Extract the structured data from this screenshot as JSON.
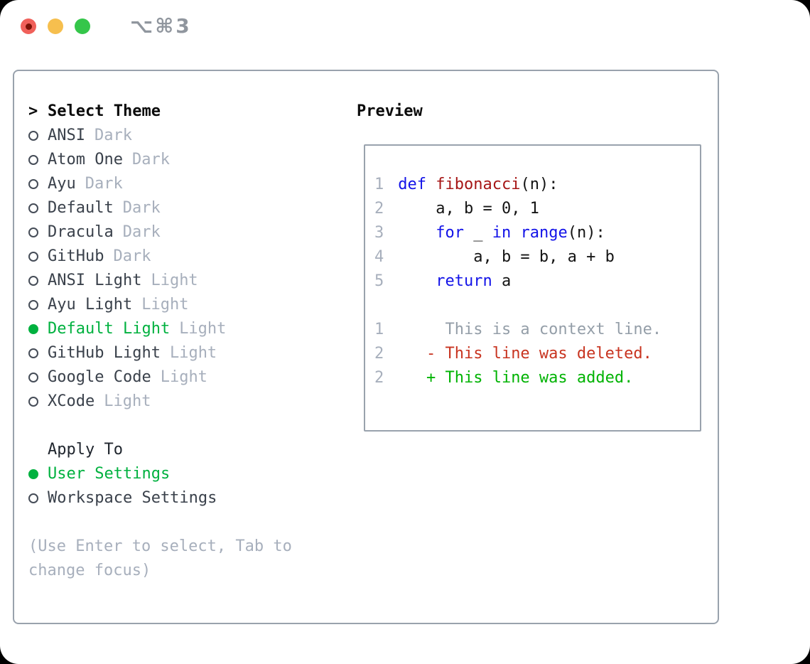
{
  "titlebar": {
    "shortcut": "⌥⌘3"
  },
  "theme_list": {
    "header_marker": ">",
    "header": "Select Theme",
    "items": [
      {
        "name": "ANSI",
        "variant": "Dark",
        "selected": false
      },
      {
        "name": "Atom One",
        "variant": "Dark",
        "selected": false
      },
      {
        "name": "Ayu",
        "variant": "Dark",
        "selected": false
      },
      {
        "name": "Default",
        "variant": "Dark",
        "selected": false
      },
      {
        "name": "Dracula",
        "variant": "Dark",
        "selected": false
      },
      {
        "name": "GitHub",
        "variant": "Dark",
        "selected": false
      },
      {
        "name": "ANSI Light",
        "variant": "Light",
        "selected": false
      },
      {
        "name": "Ayu Light",
        "variant": "Light",
        "selected": false
      },
      {
        "name": "Default Light",
        "variant": "Light",
        "selected": true
      },
      {
        "name": "GitHub Light",
        "variant": "Light",
        "selected": false
      },
      {
        "name": "Google Code",
        "variant": "Light",
        "selected": false
      },
      {
        "name": "XCode",
        "variant": "Light",
        "selected": false
      }
    ]
  },
  "apply_to": {
    "header": "Apply To",
    "options": [
      {
        "label": "User Settings",
        "selected": true
      },
      {
        "label": "Workspace Settings",
        "selected": false
      }
    ]
  },
  "hint": {
    "line1": "(Use Enter to select, Tab to",
    "line2": "change focus)"
  },
  "preview": {
    "header": "Preview",
    "code_lines": [
      {
        "num": "1",
        "tokens": [
          {
            "t": "def",
            "s": "kw"
          },
          {
            "t": " ",
            "s": "p"
          },
          {
            "t": "fibonacci",
            "s": "fn"
          },
          {
            "t": "(n):",
            "s": "p"
          }
        ]
      },
      {
        "num": "2",
        "tokens": [
          {
            "t": "    a, b = 0, 1",
            "s": "p"
          }
        ]
      },
      {
        "num": "3",
        "tokens": [
          {
            "t": "    ",
            "s": "p"
          },
          {
            "t": "for",
            "s": "kw"
          },
          {
            "t": " _ ",
            "s": "p"
          },
          {
            "t": "in",
            "s": "kw"
          },
          {
            "t": " ",
            "s": "p"
          },
          {
            "t": "range",
            "s": "kw"
          },
          {
            "t": "(n):",
            "s": "p"
          }
        ]
      },
      {
        "num": "4",
        "tokens": [
          {
            "t": "        a, b = b, a + b",
            "s": "p"
          }
        ]
      },
      {
        "num": "5",
        "tokens": [
          {
            "t": "    ",
            "s": "p"
          },
          {
            "t": "return",
            "s": "kw"
          },
          {
            "t": " a",
            "s": "p"
          }
        ]
      }
    ],
    "diff_lines": [
      {
        "num": "1",
        "text": "     This is a context line.",
        "style": "ctx"
      },
      {
        "num": "2",
        "text": "   - This line was deleted.",
        "style": "del"
      },
      {
        "num": "2",
        "text": "   + This line was added.",
        "style": "add"
      }
    ]
  },
  "colors": {
    "selection_green": "#00b13f",
    "keyword_blue": "#1313e8",
    "function_red": "#a61616",
    "diff_deleted_red": "#c83420",
    "diff_added_green": "#00b303",
    "muted_gray": "#a7afbc",
    "border_gray": "#99a2ad",
    "traffic_red": "#f0605a",
    "traffic_yellow": "#f6bf4e",
    "traffic_green": "#35c64a"
  }
}
